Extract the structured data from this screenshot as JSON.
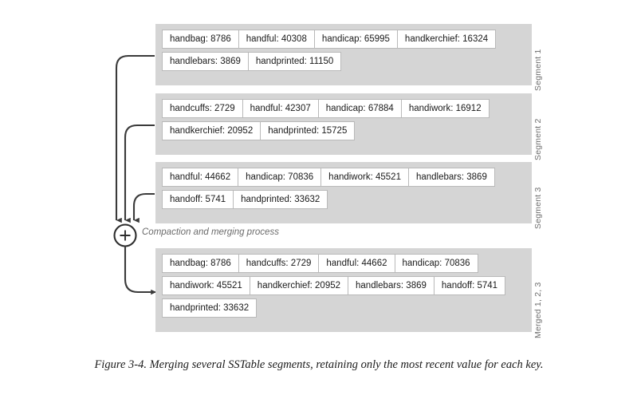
{
  "figure": {
    "caption": "Figure 3-4. Merging several SSTable segments, retaining only the most recent value for each key."
  },
  "merge_node": {
    "symbol": "+",
    "annotation": "Compaction and merging process"
  },
  "colors": {
    "block_background": "#d5d5d5",
    "cell_background": "#ffffff",
    "cell_border": "#b9b9b9",
    "connector": "#3a3a3a",
    "label_text": "#6f6f6f",
    "page_background": "#ffffff"
  },
  "segments": [
    {
      "label": "Segment 1",
      "rows": [
        [
          "handbag: 8786",
          "handful: 40308",
          "handicap: 65995",
          "handkerchief: 16324"
        ],
        [
          "handlebars: 3869",
          "handprinted: 11150"
        ]
      ]
    },
    {
      "label": "Segment 2",
      "rows": [
        [
          "handcuffs: 2729",
          "handful: 42307",
          "handicap: 67884",
          "handiwork: 16912"
        ],
        [
          "handkerchief: 20952",
          "handprinted: 15725"
        ]
      ]
    },
    {
      "label": "Segment 3",
      "rows": [
        [
          "handful: 44662",
          "handicap: 70836",
          "handiwork: 45521",
          "handlebars: 3869"
        ],
        [
          "handoff: 5741",
          "handprinted: 33632"
        ]
      ]
    }
  ],
  "merged": {
    "label": "Merged 1, 2, 3",
    "rows": [
      [
        "handbag: 8786",
        "handcuffs: 2729",
        "handful: 44662",
        "handicap: 70836"
      ],
      [
        "handiwork: 45521",
        "handkerchief: 20952",
        "handlebars: 3869",
        "handoff: 5741"
      ],
      [
        "handprinted: 33632"
      ]
    ]
  }
}
